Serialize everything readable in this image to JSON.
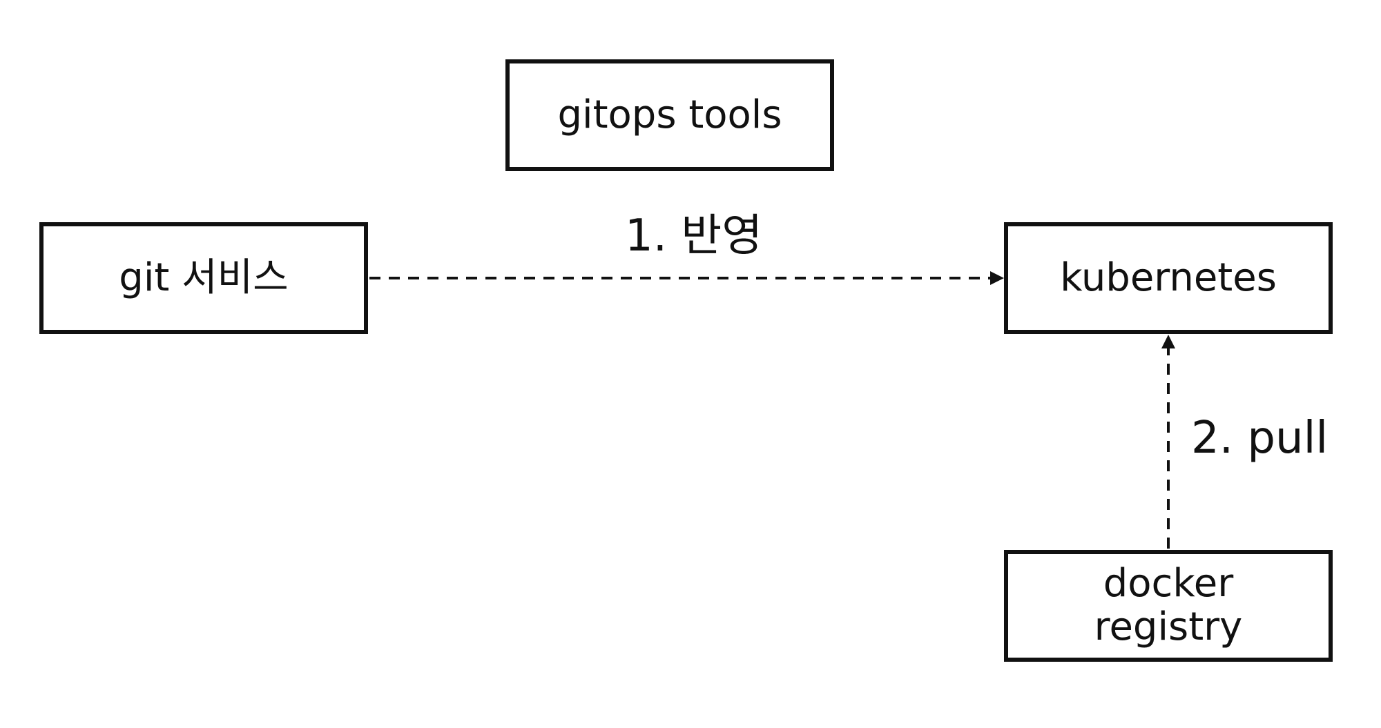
{
  "nodes": {
    "gitops_tools": "gitops tools",
    "git_service": "git 서비스",
    "kubernetes": "kubernetes",
    "docker_registry_line1": "docker",
    "docker_registry_line2": "registry"
  },
  "edges": {
    "git_to_kubernetes": "1. 반영",
    "registry_to_kubernetes": "2. pull"
  },
  "colors": {
    "stroke": "#111111",
    "background": "#ffffff"
  }
}
